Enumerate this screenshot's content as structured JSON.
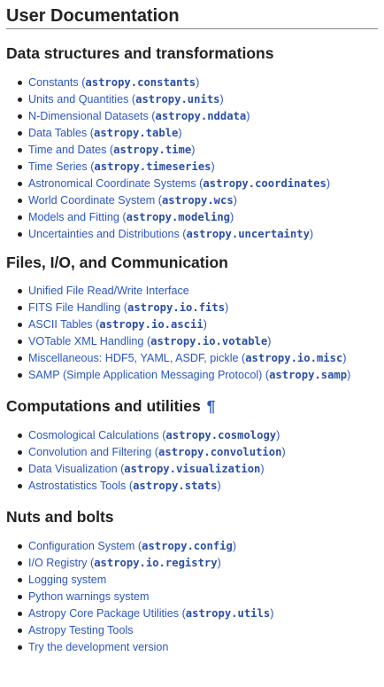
{
  "title": "User Documentation",
  "sections": [
    {
      "heading": "Data structures and transformations",
      "anchor": "",
      "items": [
        {
          "label": "Constants",
          "module": "astropy.constants"
        },
        {
          "label": "Units and Quantities",
          "module": "astropy.units"
        },
        {
          "label": "N-Dimensional Datasets",
          "module": "astropy.nddata"
        },
        {
          "label": "Data Tables",
          "module": "astropy.table"
        },
        {
          "label": "Time and Dates",
          "module": "astropy.time"
        },
        {
          "label": "Time Series",
          "module": "astropy.timeseries"
        },
        {
          "label": "Astronomical Coordinate Systems",
          "module": "astropy.coordinates"
        },
        {
          "label": "World Coordinate System",
          "module": "astropy.wcs"
        },
        {
          "label": "Models and Fitting",
          "module": "astropy.modeling"
        },
        {
          "label": "Uncertainties and Distributions",
          "module": "astropy.uncertainty"
        }
      ]
    },
    {
      "heading": "Files, I/O, and Communication",
      "anchor": "",
      "items": [
        {
          "label": "Unified File Read/Write Interface",
          "module": ""
        },
        {
          "label": "FITS File Handling",
          "module": "astropy.io.fits"
        },
        {
          "label": "ASCII Tables",
          "module": "astropy.io.ascii"
        },
        {
          "label": "VOTable XML Handling",
          "module": "astropy.io.votable"
        },
        {
          "label": "Miscellaneous: HDF5, YAML, ASDF, pickle",
          "module": "astropy.io.misc"
        },
        {
          "label": "SAMP (Simple Application Messaging Protocol)",
          "module": "astropy.samp"
        }
      ]
    },
    {
      "heading": "Computations and utilities",
      "anchor": "¶",
      "items": [
        {
          "label": "Cosmological Calculations",
          "module": "astropy.cosmology"
        },
        {
          "label": "Convolution and Filtering",
          "module": "astropy.convolution"
        },
        {
          "label": "Data Visualization",
          "module": "astropy.visualization"
        },
        {
          "label": "Astrostatistics Tools",
          "module": "astropy.stats"
        }
      ]
    },
    {
      "heading": "Nuts and bolts",
      "anchor": "",
      "items": [
        {
          "label": "Configuration System",
          "module": "astropy.config"
        },
        {
          "label": "I/O Registry",
          "module": "astropy.io.registry"
        },
        {
          "label": "Logging system",
          "module": ""
        },
        {
          "label": "Python warnings system",
          "module": ""
        },
        {
          "label": "Astropy Core Package Utilities",
          "module": "astropy.utils"
        },
        {
          "label": "Astropy Testing Tools",
          "module": ""
        },
        {
          "label": "Try the development version",
          "module": ""
        }
      ]
    }
  ],
  "colors": {
    "link": "#2b57c4",
    "module_code": "#2a4fa8",
    "text": "#222222",
    "rule": "#888888"
  }
}
